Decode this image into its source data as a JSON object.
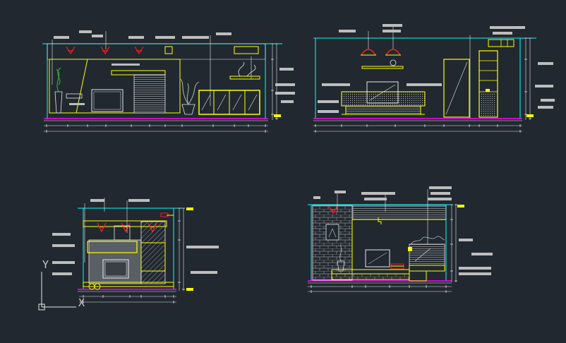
{
  "app": {
    "name": "CAD model space",
    "background": "#212830"
  },
  "colors": {
    "yellow": "#ffff00",
    "cyan": "#00ffff",
    "white": "#e8e8e8",
    "gray": "#b4b4b4",
    "red": "#ff1a1a",
    "magenta": "#ff00ff",
    "green": "#3cb43c",
    "label_bar": "#bdbdbd"
  },
  "ucs": {
    "x_label": "X",
    "y_label": "Y"
  },
  "drawings": [
    {
      "id": "elevation-a",
      "kind": "tv-wall-elevation",
      "elements": [
        "tv",
        "downlights",
        "vase-plant",
        "potted-plant",
        "sideboard-cabinet",
        "window-blind"
      ]
    },
    {
      "id": "elevation-b",
      "kind": "bed-wall-elevation",
      "elements": [
        "pendant-lamps",
        "bed",
        "headboard-picture",
        "door",
        "bookshelf"
      ]
    },
    {
      "id": "elevation-c",
      "kind": "tv-cabinet-elevation",
      "elements": [
        "downlights",
        "tv",
        "hatched-panel"
      ]
    },
    {
      "id": "elevation-d",
      "kind": "brick-wall-elevation",
      "elements": [
        "brick-wall",
        "picture",
        "tv",
        "planter",
        "vase"
      ]
    }
  ]
}
